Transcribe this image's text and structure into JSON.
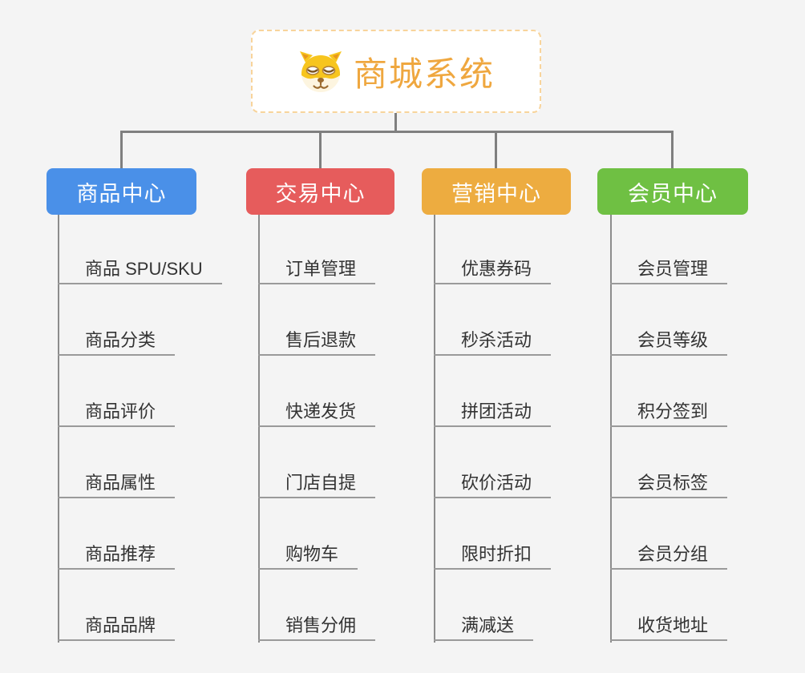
{
  "canvas": {
    "background": "#f4f4f4"
  },
  "root": {
    "title": "商城系统",
    "title_color": "#efa73f",
    "border_color": "#f8d49b",
    "icon": "shiba-dog-icon"
  },
  "connectors": {
    "color": "#7f7f7f",
    "underline_color": "#9a9a9a"
  },
  "branches": [
    {
      "label": "商品中心",
      "color": "#4a90e8",
      "children": [
        "商品 SPU/SKU",
        "商品分类",
        "商品评价",
        "商品属性",
        "商品推荐",
        "商品品牌"
      ]
    },
    {
      "label": "交易中心",
      "color": "#e65c5c",
      "children": [
        "订单管理",
        "售后退款",
        "快递发货",
        "门店自提",
        "购物车",
        "销售分佣"
      ]
    },
    {
      "label": "营销中心",
      "color": "#edac40",
      "children": [
        "优惠券码",
        "秒杀活动",
        "拼团活动",
        "砍价活动",
        "限时折扣",
        "满减送"
      ]
    },
    {
      "label": "会员中心",
      "color": "#6fc043",
      "children": [
        "会员管理",
        "会员等级",
        "积分签到",
        "会员标签",
        "会员分组",
        "收货地址"
      ]
    }
  ]
}
